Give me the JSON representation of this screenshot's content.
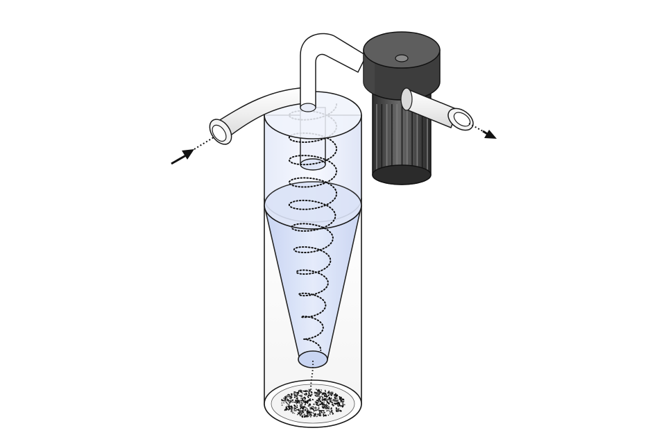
{
  "diagram": {
    "components": [
      {
        "id": "inlet-pipe",
        "icon": "inlet-pipe"
      },
      {
        "id": "cyclone-body",
        "icon": "cylinder"
      },
      {
        "id": "separation-cone",
        "icon": "cone"
      },
      {
        "id": "vortex-finder",
        "icon": "tube"
      },
      {
        "id": "fan-motor",
        "icon": "motor"
      },
      {
        "id": "outlet-pipe",
        "icon": "outlet-pipe"
      },
      {
        "id": "dust-collection",
        "icon": "particles"
      }
    ],
    "arrows": [
      {
        "id": "air-in",
        "direction": "in"
      },
      {
        "id": "air-out",
        "direction": "out"
      }
    ],
    "colors": {
      "outline": "#1a1a1a",
      "glass_tint": "#dfe6f7",
      "cone_tint": "#c9d5f2",
      "motor_dark": "#3a3a3a",
      "motor_mid": "#555555",
      "pipe_fill": "#f2f2f2",
      "flow_dots": "#111111"
    }
  }
}
